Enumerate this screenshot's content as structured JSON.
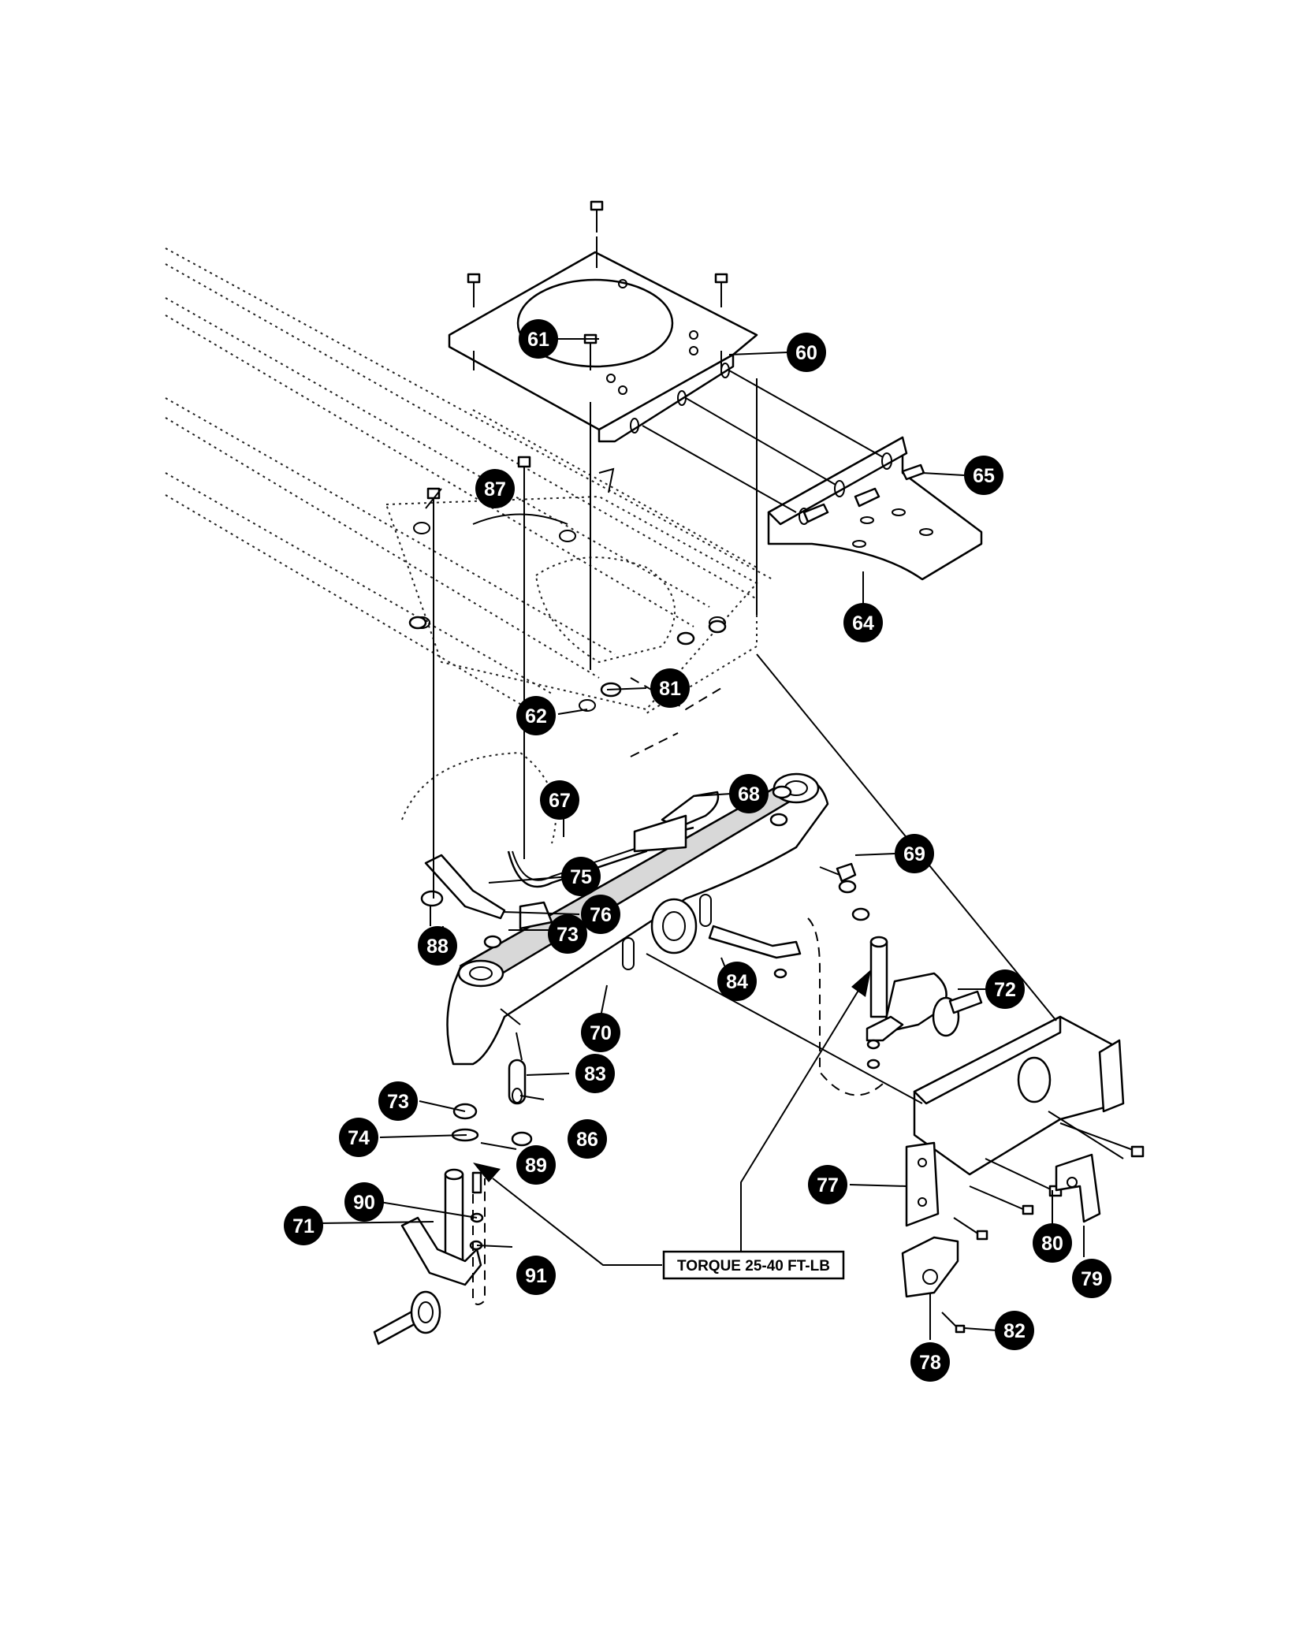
{
  "callouts": [
    {
      "num": "60"
    },
    {
      "num": "61"
    },
    {
      "num": "62"
    },
    {
      "num": "64"
    },
    {
      "num": "65"
    },
    {
      "num": "67"
    },
    {
      "num": "68"
    },
    {
      "num": "69"
    },
    {
      "num": "70"
    },
    {
      "num": "71"
    },
    {
      "num": "72"
    },
    {
      "num": "73"
    },
    {
      "num": "73"
    },
    {
      "num": "74"
    },
    {
      "num": "75"
    },
    {
      "num": "76"
    },
    {
      "num": "77"
    },
    {
      "num": "78"
    },
    {
      "num": "79"
    },
    {
      "num": "80"
    },
    {
      "num": "81"
    },
    {
      "num": "82"
    },
    {
      "num": "83"
    },
    {
      "num": "84"
    },
    {
      "num": "86"
    },
    {
      "num": "87"
    },
    {
      "num": "88"
    },
    {
      "num": "89"
    },
    {
      "num": "90"
    },
    {
      "num": "91"
    }
  ],
  "torque_label": "TORQUE 25-40 FT-LB"
}
